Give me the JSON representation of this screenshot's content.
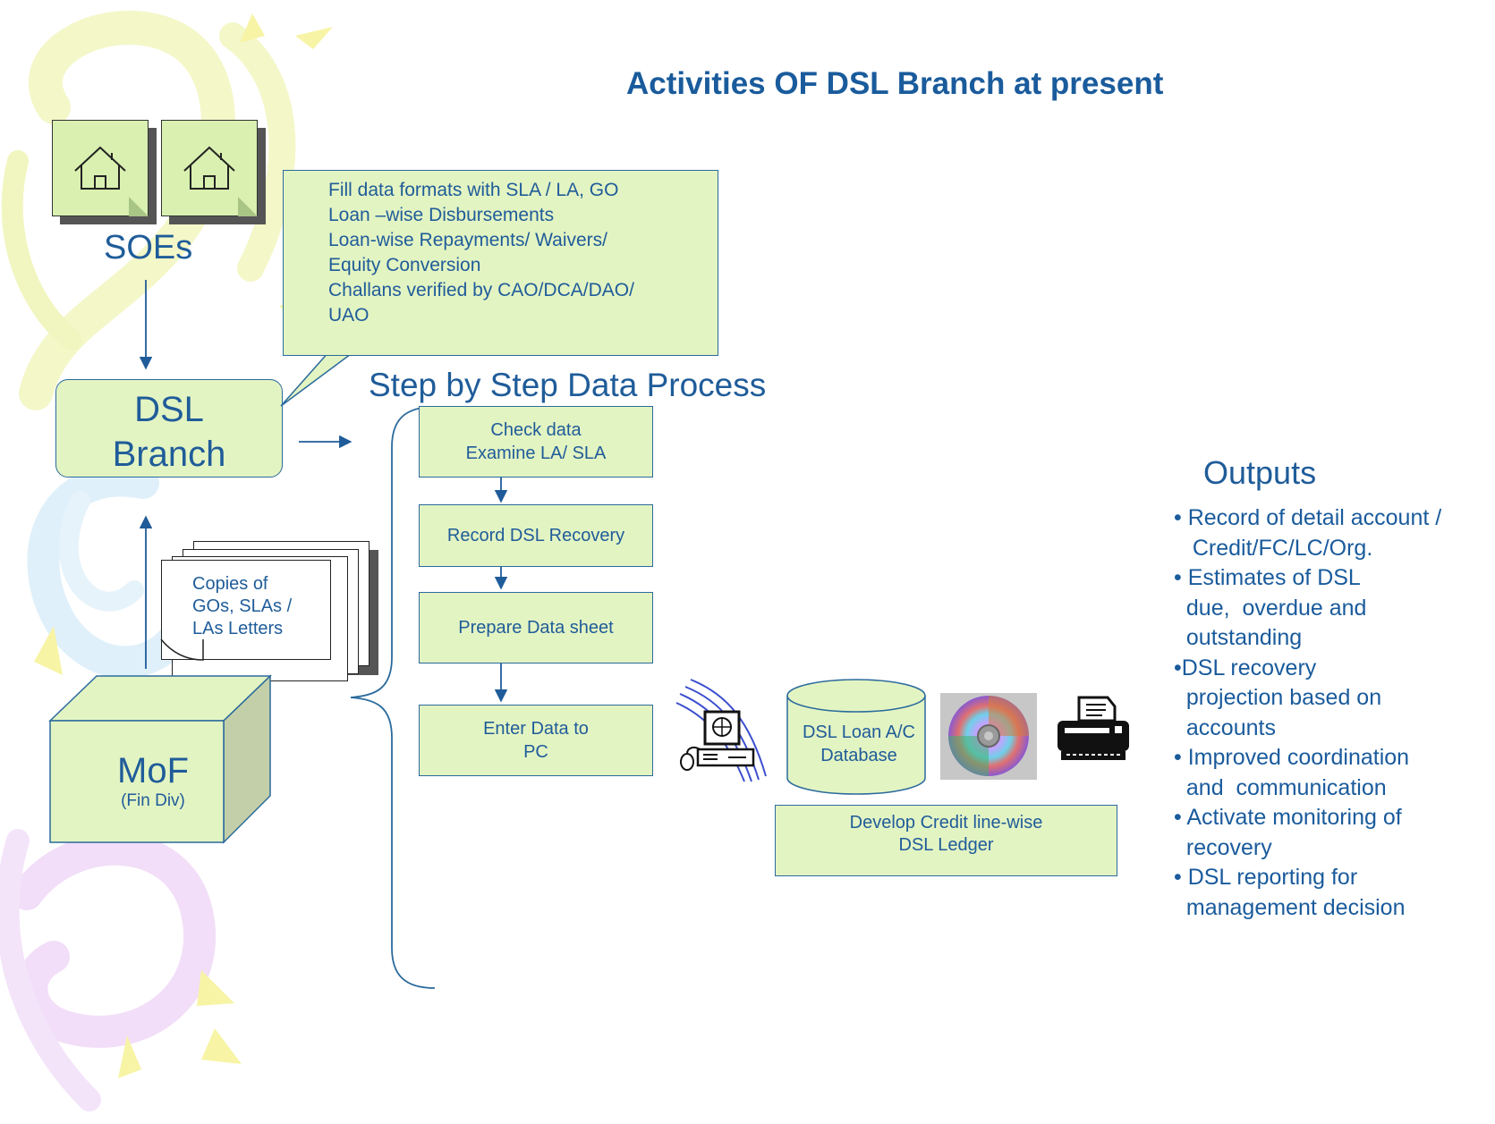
{
  "title": "Activities OF DSL Branch at present",
  "soes": {
    "label": "SOEs",
    "icons": [
      "house-icon",
      "house-icon"
    ]
  },
  "dsl_branch": {
    "line1": "DSL",
    "line2": "Branch"
  },
  "callout": {
    "lines": [
      "Fill data formats with SLA / LA, GO",
      "Loan –wise Disbursements",
      "Loan-wise Repayments/ Waivers/",
      "Equity Conversion",
      "Challans verified by CAO/DCA/DAO/",
      "UAO"
    ]
  },
  "process": {
    "title": "Step by Step Data Process",
    "steps": [
      {
        "line1": "Check data",
        "line2": "Examine LA/ SLA"
      },
      {
        "line1": "Record DSL Recovery",
        "line2": ""
      },
      {
        "line1": "Prepare Data sheet",
        "line2": ""
      },
      {
        "line1": "Enter Data  to",
        "line2": "PC"
      }
    ]
  },
  "copies": {
    "lines": [
      "Copies of",
      "GOs, SLAs /",
      "LAs Letters"
    ]
  },
  "mof": {
    "label": "MoF",
    "sub": "(Fin Div)"
  },
  "database": {
    "line1": "DSL Loan A/C",
    "line2": "Database"
  },
  "ledger": {
    "line1": "Develop Credit line-wise",
    "line2": "DSL Ledger"
  },
  "icons": {
    "computer": "computer-icon",
    "cd": "cd-icon",
    "printer": "printer-icon"
  },
  "outputs": {
    "title": "Outputs",
    "lines": [
      "• Record of detail account /",
      "   Credit/FC/LC/Org.",
      "• Estimates of DSL",
      "  due,  overdue and",
      "  outstanding",
      "•DSL recovery",
      "  projection based on",
      "  accounts",
      "• Improved coordination",
      "  and  communication",
      "• Activate monitoring of",
      "  recovery",
      "• DSL reporting for",
      "  management decision"
    ]
  },
  "colors": {
    "text": "#1f5c99",
    "box_fill": "#e3f4c3",
    "border": "#2a6a9c"
  }
}
